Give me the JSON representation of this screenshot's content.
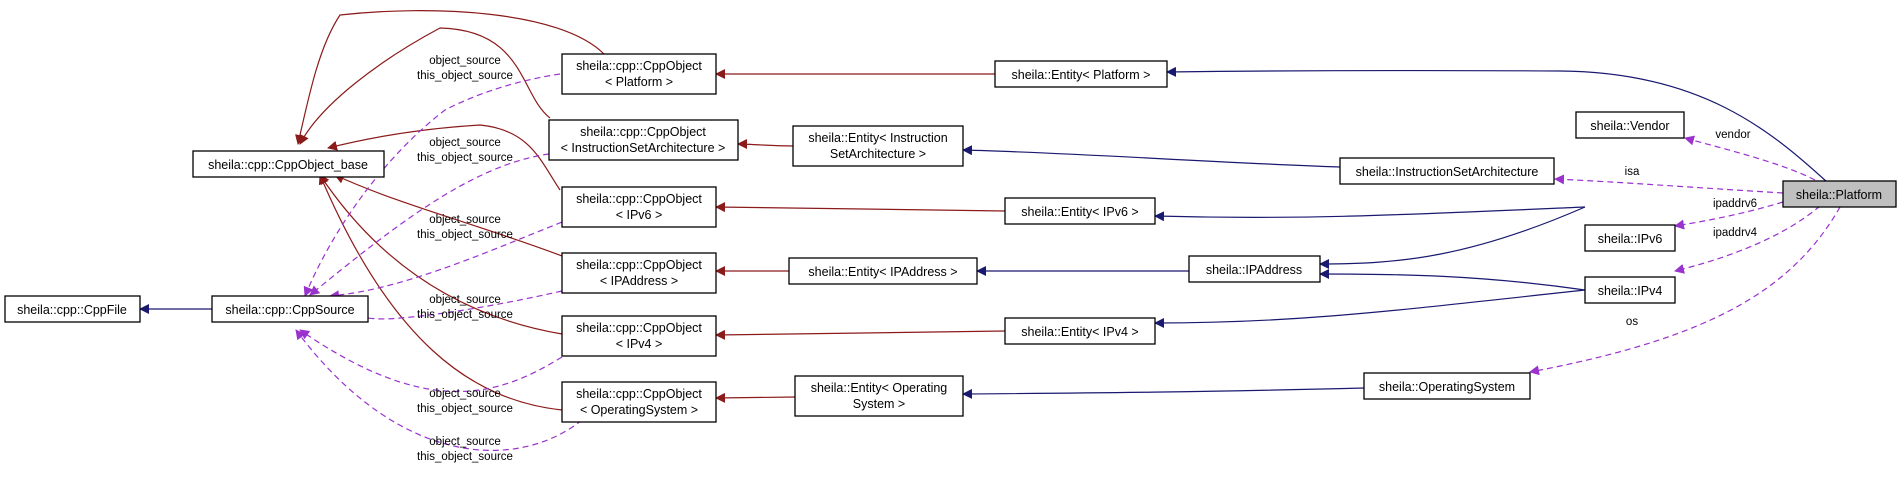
{
  "nodes": {
    "cppfile": "sheila::cpp::CppFile",
    "cppsource": "sheila::cpp::CppSource",
    "cppobject_base": "sheila::cpp::CppObject_base",
    "cppobj_platform": [
      "sheila::cpp::CppObject",
      "< Platform >"
    ],
    "cppobj_isa": [
      "sheila::cpp::CppObject",
      "< InstructionSetArchitecture >"
    ],
    "cppobj_ipv6": [
      "sheila::cpp::CppObject",
      "< IPv6 >"
    ],
    "cppobj_ipaddress": [
      "sheila::cpp::CppObject",
      "< IPAddress >"
    ],
    "cppobj_ipv4": [
      "sheila::cpp::CppObject",
      "< IPv4 >"
    ],
    "cppobj_os": [
      "sheila::cpp::CppObject",
      "< OperatingSystem >"
    ],
    "entity_platform": "sheila::Entity< Platform >",
    "entity_isa": [
      "sheila::Entity< Instruction",
      "SetArchitecture >"
    ],
    "entity_ipv6": "sheila::Entity< IPv6 >",
    "entity_ipaddress": "sheila::Entity< IPAddress >",
    "entity_ipv4": "sheila::Entity< IPv4 >",
    "entity_os": [
      "sheila::Entity< Operating",
      "System >"
    ],
    "vendor": "sheila::Vendor",
    "isa": "sheila::InstructionSetArchitecture",
    "ipv6": "sheila::IPv6",
    "ipaddress": "sheila::IPAddress",
    "ipv4": "sheila::IPv4",
    "os": "sheila::OperatingSystem",
    "platform": "sheila::Platform"
  },
  "edge_labels": {
    "object_source": "object_source",
    "this_object_source": "this_object_source",
    "vendor": "vendor",
    "isa": "isa",
    "ipaddrv6": "ipaddrv6",
    "ipaddrv4": "ipaddrv4",
    "os": "os"
  },
  "colors": {
    "inheritance_template": "#8b1a1a",
    "inheritance": "#191970",
    "usage": "#9a32cd",
    "highlight_fill": "#bfbfbf"
  }
}
